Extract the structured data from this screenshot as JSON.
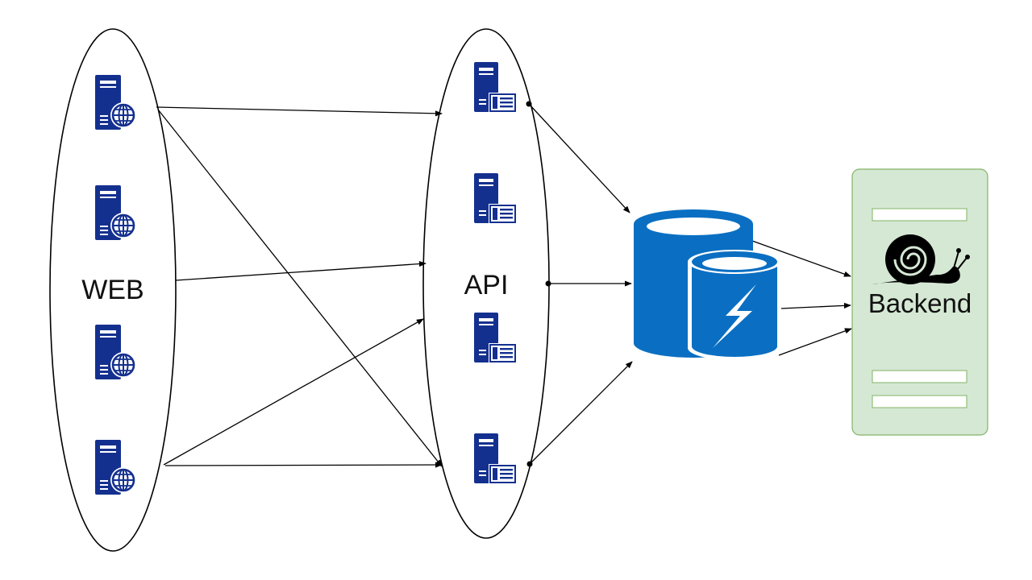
{
  "colors": {
    "server_blue": "#14308f",
    "server_light": "#ffffff",
    "db_blue": "#0a6fc2",
    "backend_fill": "#d5e8d4",
    "backend_stroke": "#82b366",
    "line": "#000000",
    "snail": "#000000"
  },
  "groups": {
    "web": {
      "label": "WEB"
    },
    "api": {
      "label": "API"
    }
  },
  "backend": {
    "label": "Backend"
  },
  "icons": {
    "web_server": "web-server-icon",
    "api_server": "api-server-icon",
    "database": "database-cache-icon",
    "snail": "snail-icon"
  }
}
